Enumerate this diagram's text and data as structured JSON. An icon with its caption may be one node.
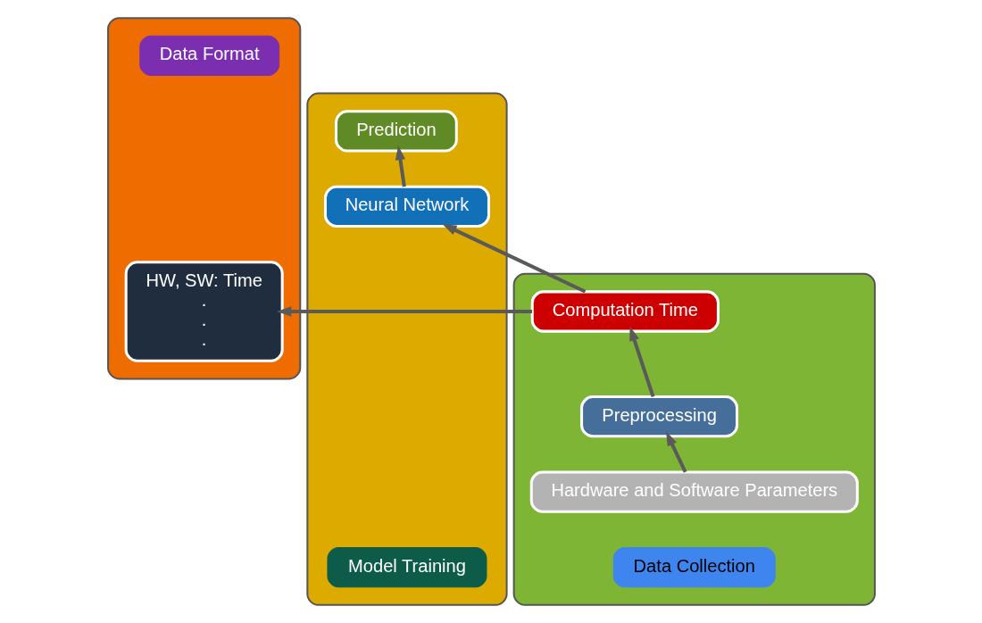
{
  "diagram": {
    "nodes": [
      {
        "text": [],
        "shape": "box"
      },
      {
        "text": [
          "Computation Time"
        ],
        "in": 0
      },
      {
        "text": [
          "Preprocessing"
        ],
        "in": 0
      },
      {
        "text": [
          "Hardware and Software Parameters"
        ],
        "in": 0
      },
      {
        "text": [
          "Data Collection"
        ],
        "in": 0
      },
      {
        "text": [],
        "shape": "box"
      },
      {
        "text": [
          "HW, SW: Time",
          ".",
          ".",
          "."
        ],
        "in": 5
      },
      {
        "text": [
          "Data Format"
        ],
        "in": 5
      },
      {
        "text": [],
        "shape": "box"
      },
      {
        "text": [
          "Prediction"
        ],
        "in": 8
      },
      {
        "text": [
          "Neural Network"
        ],
        "in": 8
      },
      {
        "text": [
          "Model Training"
        ],
        "in": 8
      }
    ],
    "edges": [
      {
        "from": 3,
        "to": 2,
        "arrow": "to"
      },
      {
        "from": 2,
        "to": 1,
        "arrow": "to"
      },
      {
        "from": 1,
        "to": 6,
        "arrow": "to"
      },
      {
        "from": 1,
        "to": 10,
        "arrow": "to"
      },
      {
        "from": 10,
        "to": 9,
        "arrow": "to"
      }
    ]
  }
}
